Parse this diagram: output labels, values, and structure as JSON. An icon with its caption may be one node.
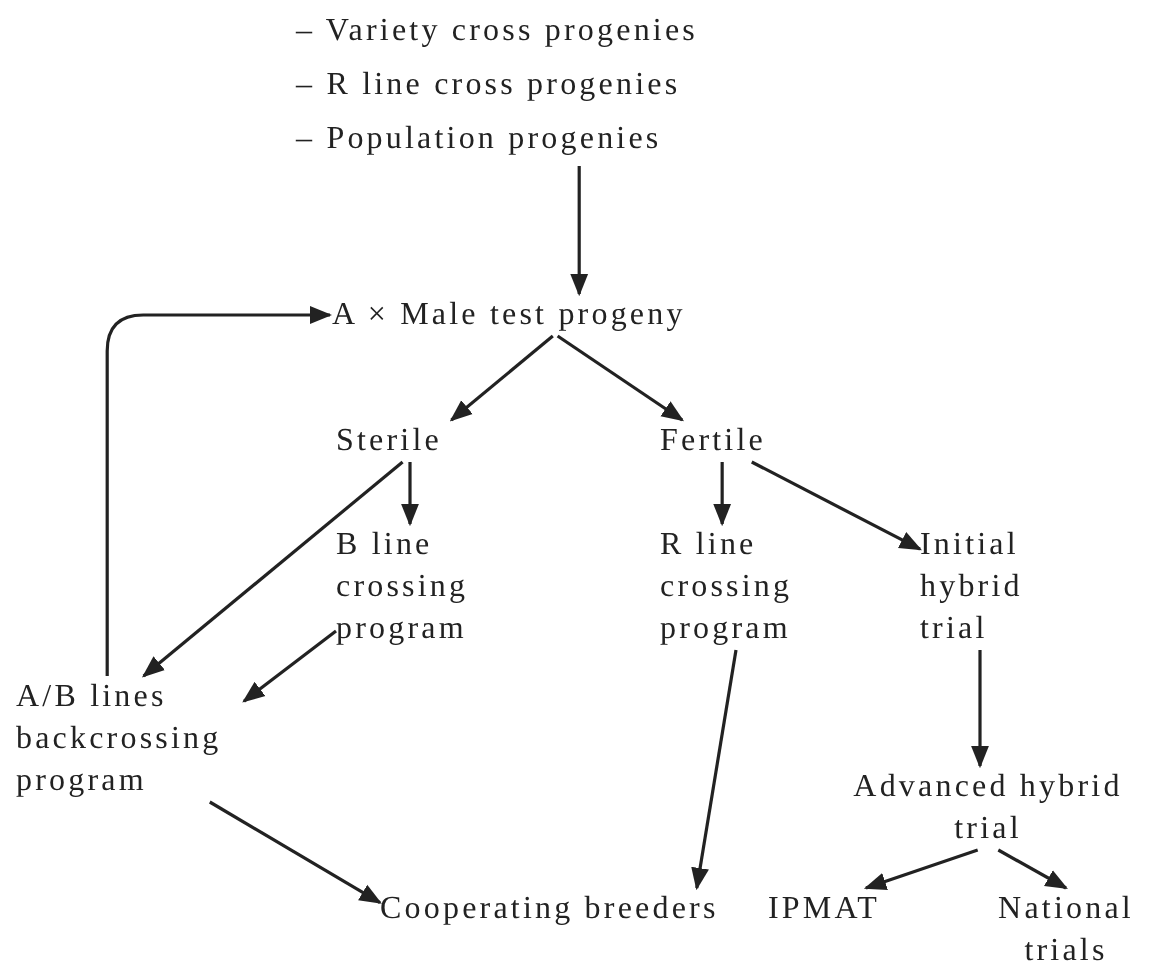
{
  "diagram": {
    "nodes": [
      {
        "text": [
          "– Variety cross progenies",
          "– R line cross progenies",
          "– Population progenies"
        ]
      },
      {
        "text": [
          "A × Male test progeny"
        ]
      },
      {
        "text": [
          "Sterile"
        ]
      },
      {
        "text": [
          "Fertile"
        ]
      },
      {
        "text": [
          "B line crossing program"
        ]
      },
      {
        "text": [
          "R line crossing program"
        ]
      },
      {
        "text": [
          "Initial hybrid trial"
        ]
      },
      {
        "text": [
          "A/B lines backcrossing program"
        ]
      },
      {
        "text": [
          "Advanced hybrid trial"
        ]
      },
      {
        "text": [
          "Cooperating breeders"
        ]
      },
      {
        "text": [
          "IPMAT"
        ]
      },
      {
        "text": [
          "National trials"
        ]
      }
    ],
    "edges": [
      {
        "from": 0,
        "to": 1,
        "arrow": "to"
      },
      {
        "from": 1,
        "to": 2,
        "arrow": "to"
      },
      {
        "from": 1,
        "to": 3,
        "arrow": "to"
      },
      {
        "from": 2,
        "to": 4,
        "arrow": "to"
      },
      {
        "from": 2,
        "to": 7,
        "arrow": "to"
      },
      {
        "from": 3,
        "to": 5,
        "arrow": "to"
      },
      {
        "from": 3,
        "to": 6,
        "arrow": "to"
      },
      {
        "from": 4,
        "to": 7,
        "arrow": "to"
      },
      {
        "from": 7,
        "to": 1,
        "arrow": "to"
      },
      {
        "from": 6,
        "to": 8,
        "arrow": "to"
      },
      {
        "from": 7,
        "to": 9,
        "arrow": "to"
      },
      {
        "from": 5,
        "to": 9,
        "arrow": "to"
      },
      {
        "from": 8,
        "to": 10,
        "arrow": "to"
      },
      {
        "from": 8,
        "to": 11,
        "arrow": "to"
      }
    ]
  }
}
